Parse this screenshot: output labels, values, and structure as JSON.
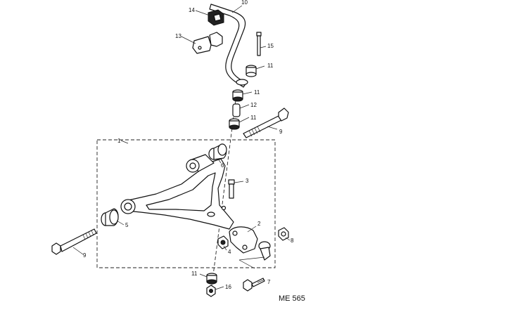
{
  "diagram": {
    "reference": "ME 565",
    "callouts": {
      "c1": "1",
      "c2": "2",
      "c3": "3",
      "c4": "4",
      "c5": "5",
      "c6": "6",
      "c7": "7",
      "c8": "8",
      "c9a": "9",
      "c9b": "9",
      "c10": "10",
      "c11a": "11",
      "c11b": "11",
      "c11c": "11",
      "c11d": "11",
      "c12": "12",
      "c13": "13",
      "c14": "14",
      "c15": "15",
      "c16": "16"
    }
  }
}
